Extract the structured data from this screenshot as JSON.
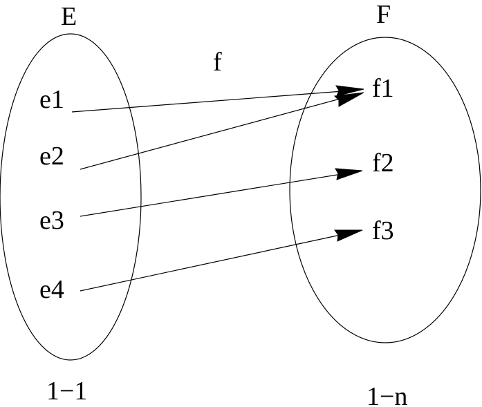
{
  "function_label": "f",
  "sets": {
    "domain": {
      "label": "E",
      "elements": [
        "e1",
        "e2",
        "e3",
        "e4"
      ],
      "caption": "1−1"
    },
    "codomain": {
      "label": "F",
      "elements": [
        "f1",
        "f2",
        "f3"
      ],
      "caption": "1−n"
    }
  },
  "mappings": [
    {
      "from": "e1",
      "to": "f1"
    },
    {
      "from": "e2",
      "to": "f1"
    },
    {
      "from": "e3",
      "to": "f2"
    },
    {
      "from": "e4",
      "to": "f3"
    }
  ],
  "colors": {
    "stroke": "#000000",
    "background": "#ffffff"
  }
}
